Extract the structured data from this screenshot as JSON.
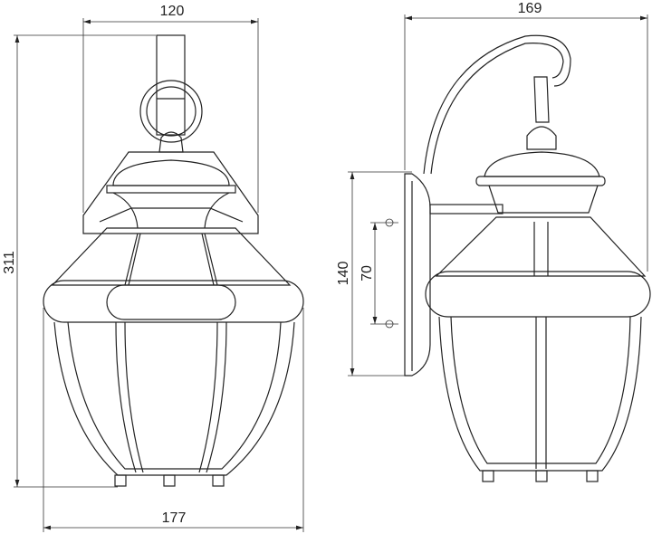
{
  "dimensions": {
    "front_width": "120",
    "side_depth": "169",
    "total_height": "311",
    "bottom_width": "177",
    "plate_height": "140",
    "mount_spacing": "70"
  }
}
